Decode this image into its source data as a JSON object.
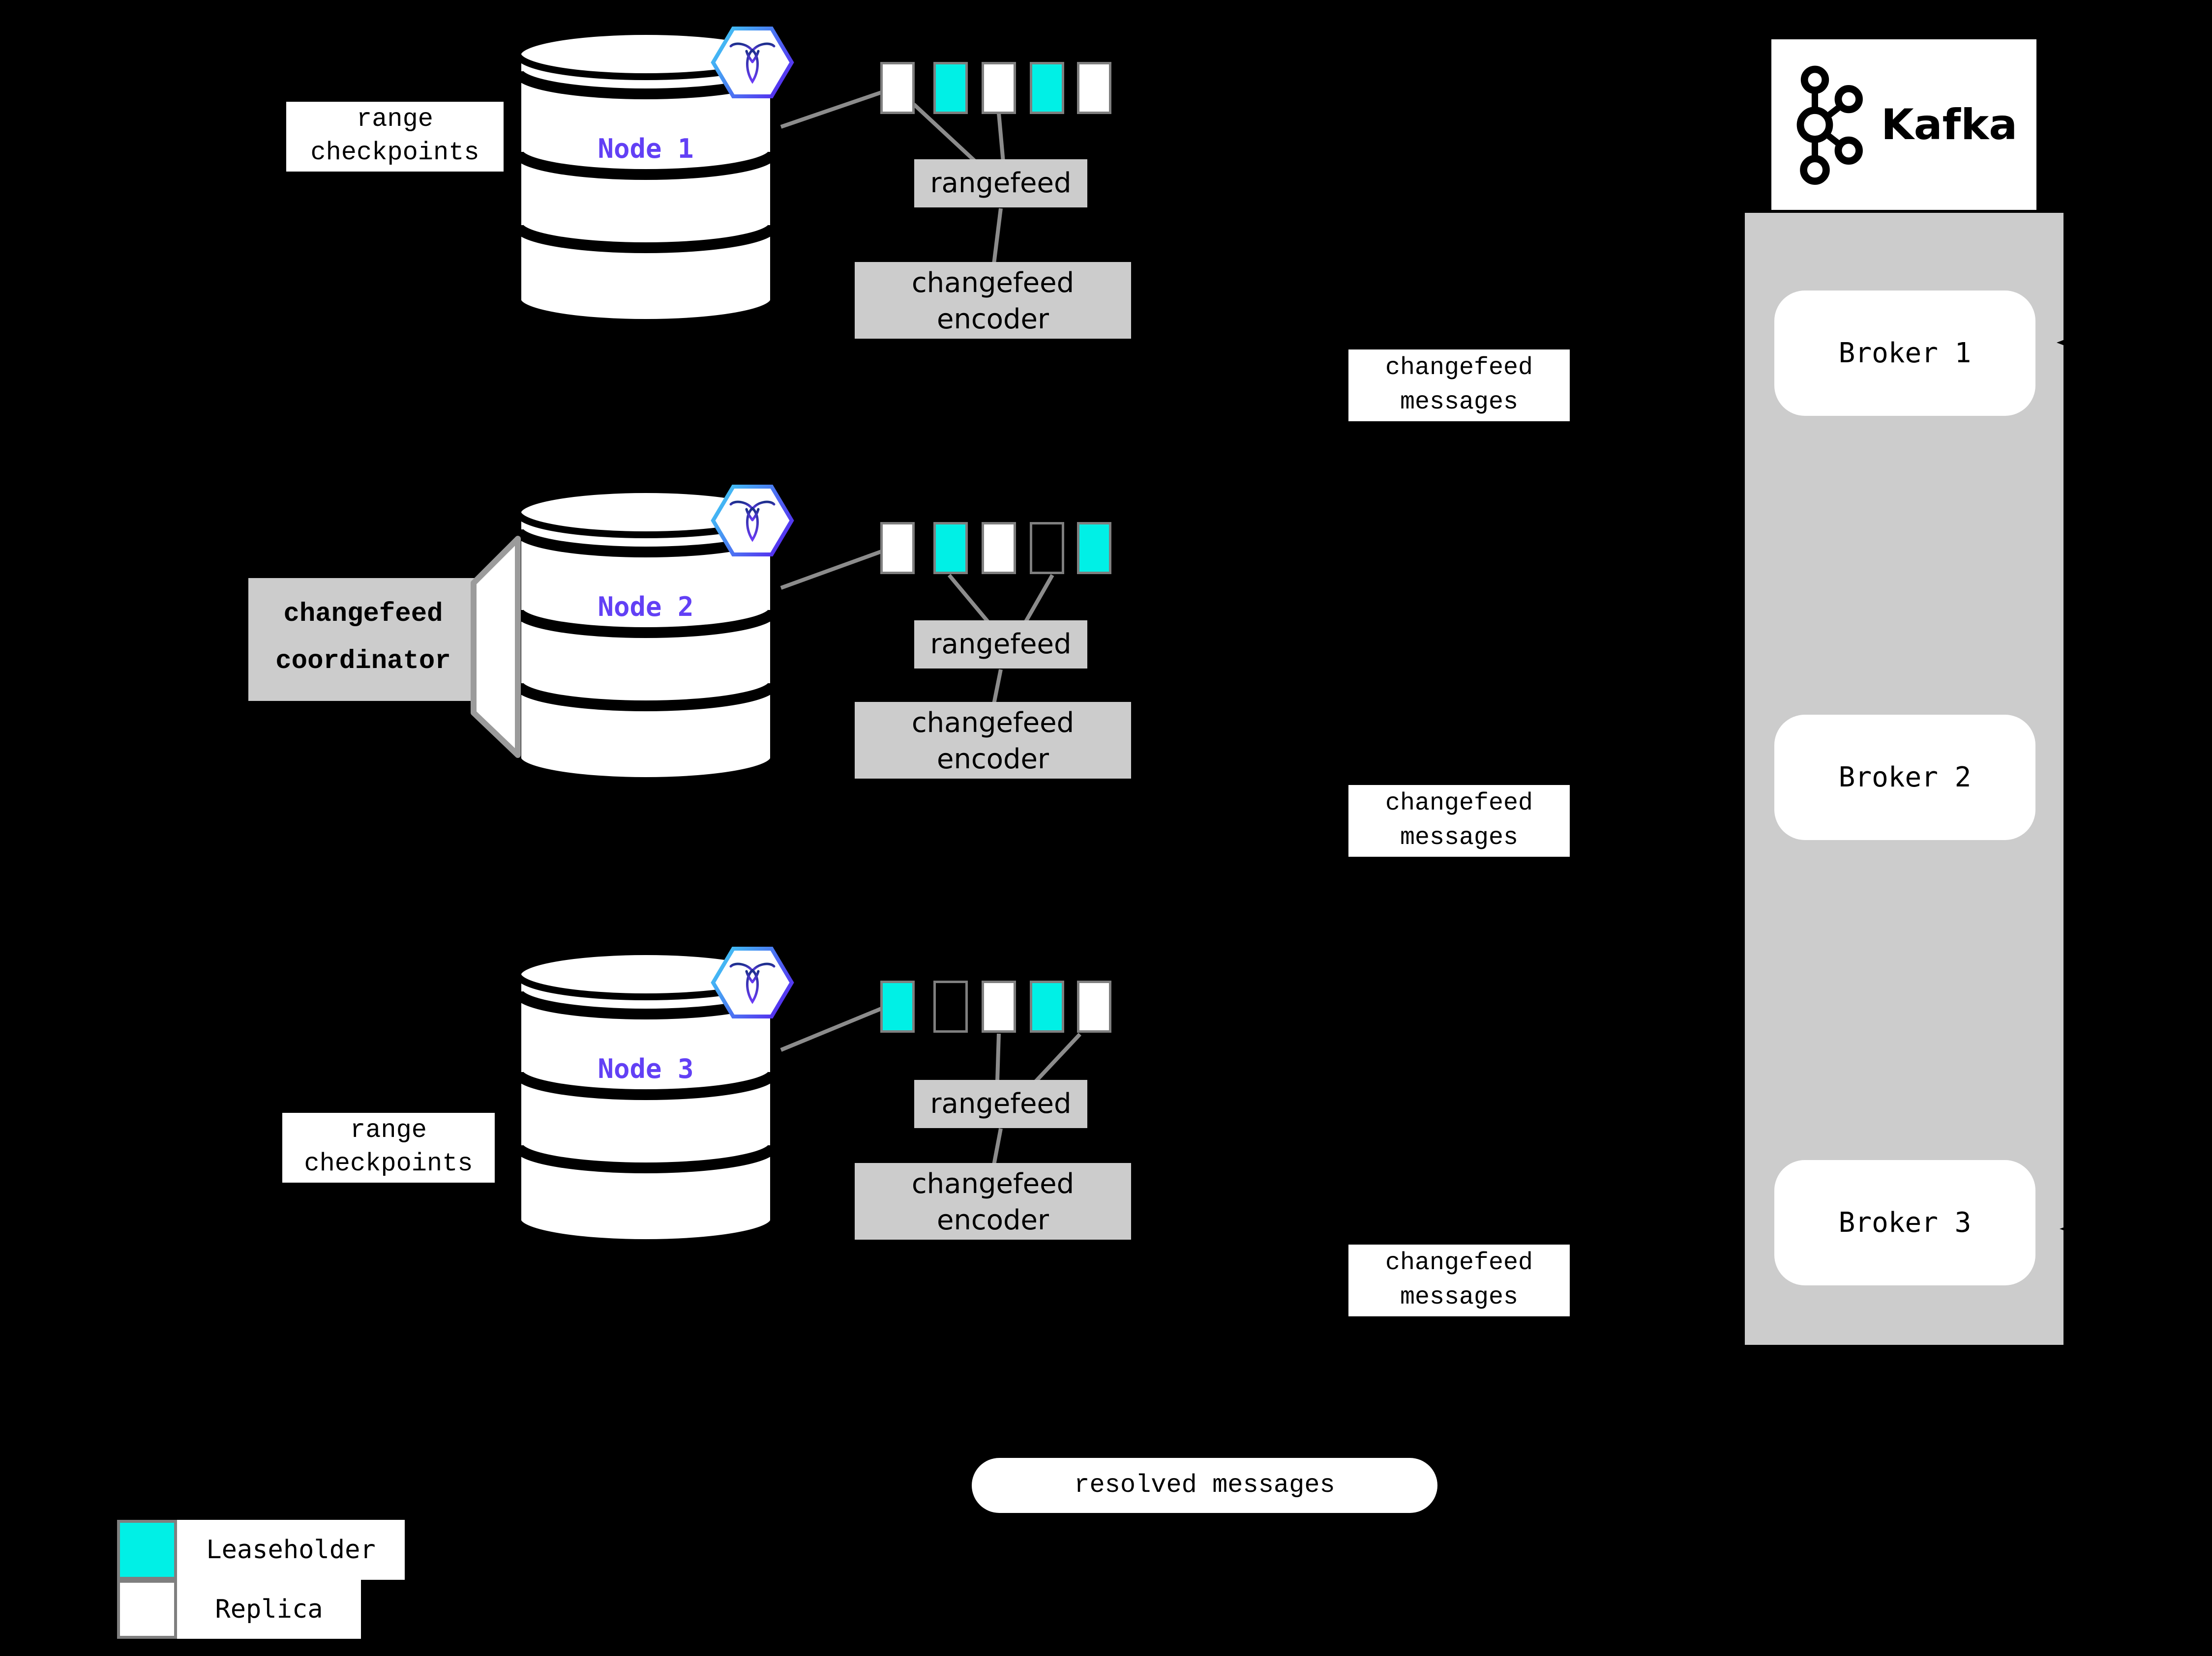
{
  "labels": {
    "range_checkpoints": {
      "line1": "range",
      "line2": "checkpoints"
    },
    "changefeed_coordinator": {
      "line1": "changefeed",
      "line2": "coordinator"
    },
    "rangefeed": "rangefeed",
    "changefeed_encoder": {
      "line1": "changefeed",
      "line2": "encoder"
    },
    "changefeed_messages": {
      "line1": "changefeed",
      "line2": "messages"
    },
    "resolved_messages": "resolved messages"
  },
  "nodes": [
    {
      "label": "Node 1",
      "ranges": [
        "replica",
        "leaseholder",
        "replica",
        "leaseholder",
        "replica"
      ]
    },
    {
      "label": "Node 2",
      "ranges": [
        "replica",
        "leaseholder",
        "replica",
        "empty",
        "leaseholder"
      ]
    },
    {
      "label": "Node 3",
      "ranges": [
        "leaseholder",
        "empty",
        "replica",
        "leaseholder",
        "replica"
      ]
    }
  ],
  "kafka": {
    "logo_text": "Kafka",
    "brokers": [
      "Broker 1",
      "Broker 2",
      "Broker 3"
    ]
  },
  "legend": {
    "leaseholder": "Leaseholder",
    "replica": "Replica"
  },
  "colors": {
    "leaseholder": "#00F0E6",
    "replica": "#FFFFFF",
    "empty": "#000000",
    "node_label": "#6240F5",
    "box_gray": "#CCCCCC",
    "background": "#000000"
  }
}
